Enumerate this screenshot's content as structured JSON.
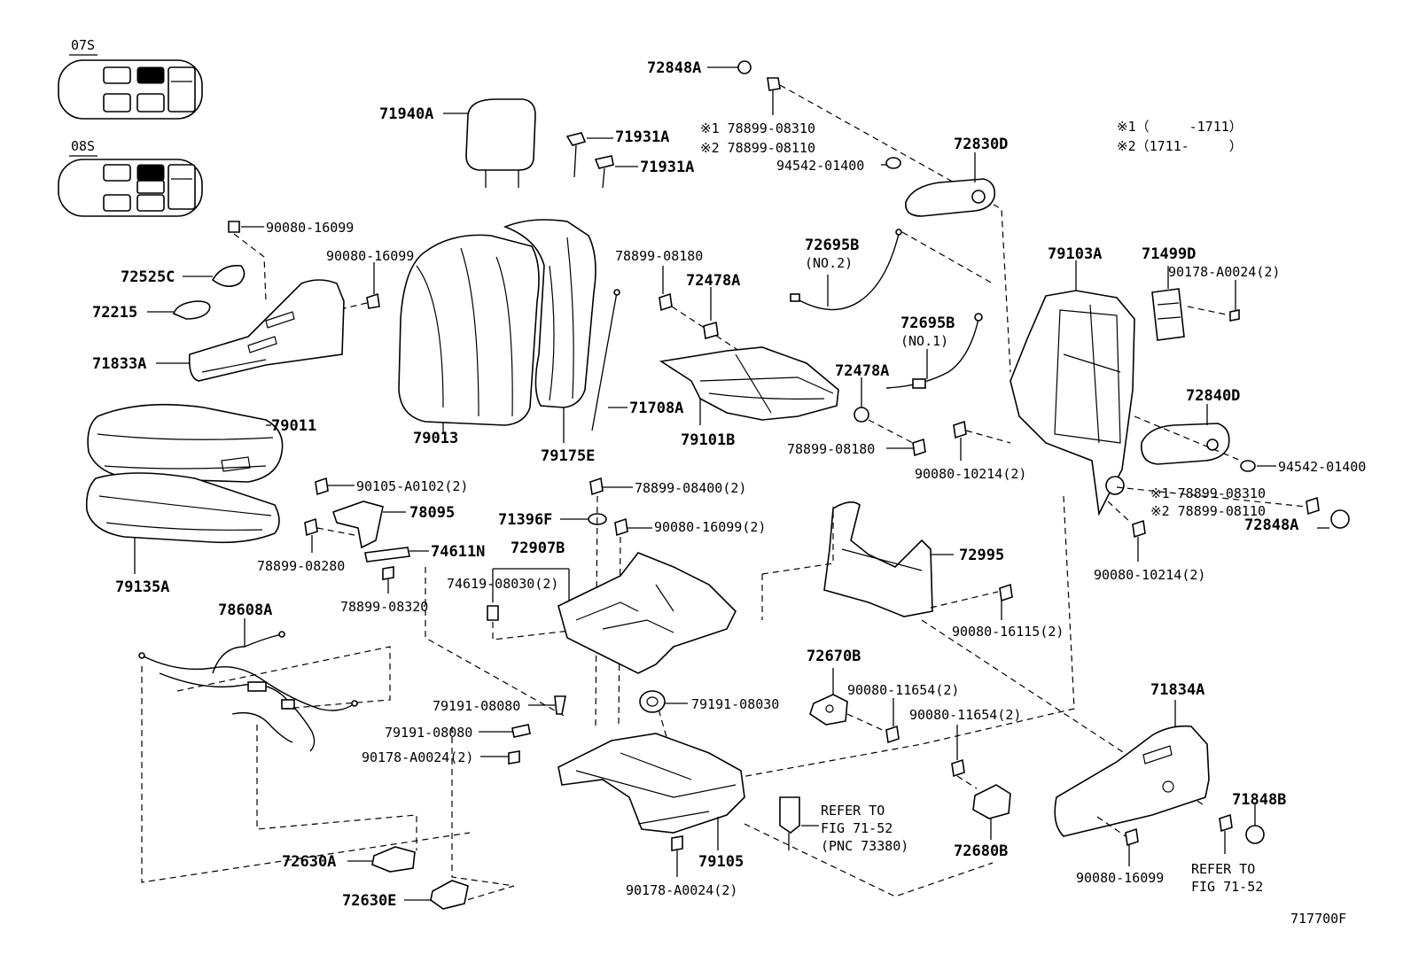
{
  "diagram": {
    "figure_code": "717700F",
    "notes": [
      "※1（　　　-1711）",
      "※2（1711-　　　）"
    ],
    "seat_variants": [
      {
        "label": "07S"
      },
      {
        "label": "08S"
      }
    ],
    "labels": {
      "p71940A": "71940A",
      "p71931A_1": "71931A",
      "p71931A_2": "71931A",
      "p72848A_top": "72848A",
      "p78899_08310_top": "※1 78899-08310",
      "p78899_08110_top": "※2 78899-08110",
      "p94542_01400_top": "94542-01400",
      "p72830D": "72830D",
      "p90080_16099_a": "90080-16099",
      "p90080_16099_b": "90080-16099",
      "p72525C": "72525C",
      "p72215": "72215",
      "p71833A": "71833A",
      "p79011": "79011",
      "p79013": "79013",
      "p79175E": "79175E",
      "p71708A": "71708A",
      "p78899_08180_a": "78899-08180",
      "p72478A_a": "72478A",
      "p72695B_2": "72695B",
      "p72695B_2_sub": "(NO.2)",
      "p72695B_1": "72695B",
      "p72695B_1_sub": "(NO.1)",
      "p72478A_b": "72478A",
      "p79101B": "79101B",
      "p78899_08180_b": "78899-08180",
      "p79103A": "79103A",
      "p71499D": "71499D",
      "p90178_A0024_2_a": "90178-A0024(2)",
      "p72840D": "72840D",
      "p94542_01400_r": "94542-01400",
      "p90080_10214_2_a": "90080-10214(2)",
      "p78899_08310_r": "※1 78899-08310",
      "p78899_08110_r": "※2 78899-08110",
      "p72848A_r": "72848A",
      "p90080_10214_2_b": "90080-10214(2)",
      "p79135A": "79135A",
      "p90105_A0102_2": "90105-A0102(2)",
      "p78095": "78095",
      "p78899_08280": "78899-08280",
      "p74611N": "74611N",
      "p78899_08320": "78899-08320",
      "p78899_08400_2": "78899-08400(2)",
      "p71396F": "71396F",
      "p90080_16099_2": "90080-16099(2)",
      "p72907B": "72907B",
      "p74619_08030_2": "74619-08030(2)",
      "p72995": "72995",
      "p90080_16115_2": "90080-16115(2)",
      "p78608A": "78608A",
      "p72670B": "72670B",
      "p90080_11654_2_a": "90080-11654(2)",
      "p90080_11654_2_b": "90080-11654(2)",
      "p79191_08080_a": "79191-08080",
      "p79191_08030": "79191-08030",
      "p79191_08080_b": "79191-08080",
      "p90178_A0024_2_b": "90178-A0024(2)",
      "p79105": "79105",
      "p90178_A0024_2_c": "90178-A0024(2)",
      "refer_mid_1": "REFER TO",
      "refer_mid_2": "FIG 71-52",
      "refer_mid_3": "(PNC 73380)",
      "p72680B": "72680B",
      "p71834A": "71834A",
      "p71848B": "71848B",
      "p90080_16099_c": "90080-16099",
      "refer_r_1": "REFER TO",
      "refer_r_2": "FIG 71-52",
      "p72630A": "72630A",
      "p72630E": "72630E"
    }
  }
}
